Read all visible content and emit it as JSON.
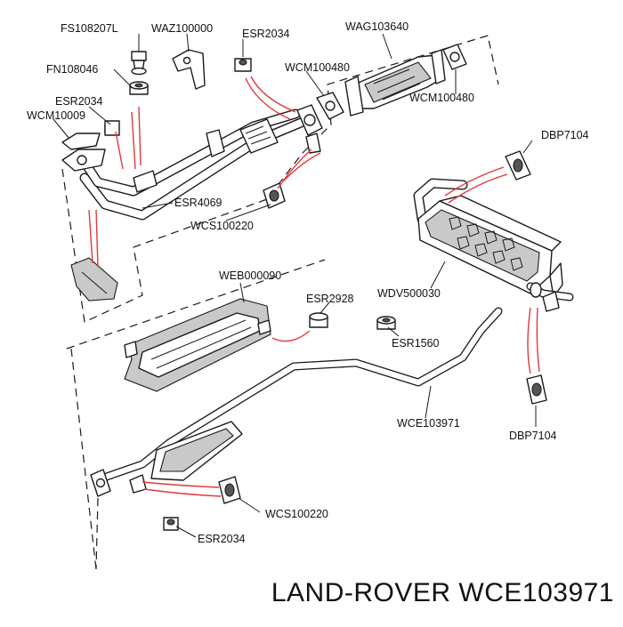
{
  "title": "LAND-ROVER WCE103971",
  "colors": {
    "highlight": "#e3383b",
    "line": "#1a1a1a",
    "shading": "#c9c9c9"
  },
  "labels": {
    "fs108207l": "FS108207L",
    "waz100000": "WAZ100000",
    "esr2034_top": "ESR2034",
    "wag103640": "WAG103640",
    "fn108046": "FN108046",
    "wcm100480_a": "WCM100480",
    "esr2034_left": "ESR2034",
    "wcm10009": "WCM10009",
    "wcm100480_b": "WCM100480",
    "dbp7104_top": "DBP7104",
    "esr4069": "ESR4069",
    "wcs100220_top": "WCS100220",
    "web000090": "WEB000090",
    "esr2928": "ESR2928",
    "wdv500030": "WDV500030",
    "esr1560": "ESR1560",
    "wce103971": "WCE103971",
    "dbp7104_bottom": "DBP7104",
    "wcs100220_bottom": "WCS100220",
    "esr2034_bottom": "ESR2034"
  }
}
